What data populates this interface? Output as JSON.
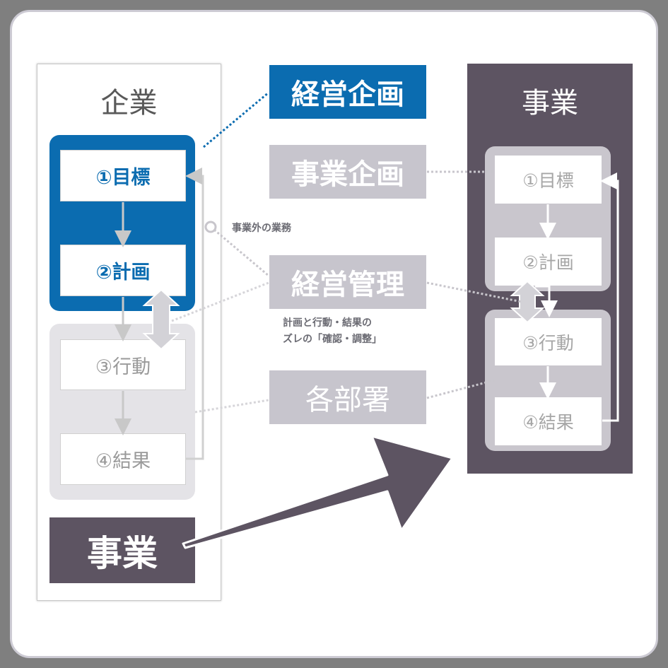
{
  "left_column": {
    "title": "企業",
    "steps": [
      "①目標",
      "②計画",
      "③行動",
      "④結果"
    ],
    "business": "事業"
  },
  "right_column": {
    "title": "事業",
    "steps": [
      "①目標",
      "②計画",
      "③行動",
      "④結果"
    ]
  },
  "functions": {
    "management_planning": "経営企画",
    "business_planning": "事業企画",
    "management_control": "経営管理",
    "departments": "各部署"
  },
  "annotations": {
    "non_business_work": "事業外の業務",
    "adjustment_note_line1": "計画と行動・結果の",
    "adjustment_note_line2": "ズレの「確認・調整」"
  },
  "colors": {
    "blue": "#0b6cb0",
    "dark": "#5d5462",
    "grey": "#c7c5cd"
  }
}
